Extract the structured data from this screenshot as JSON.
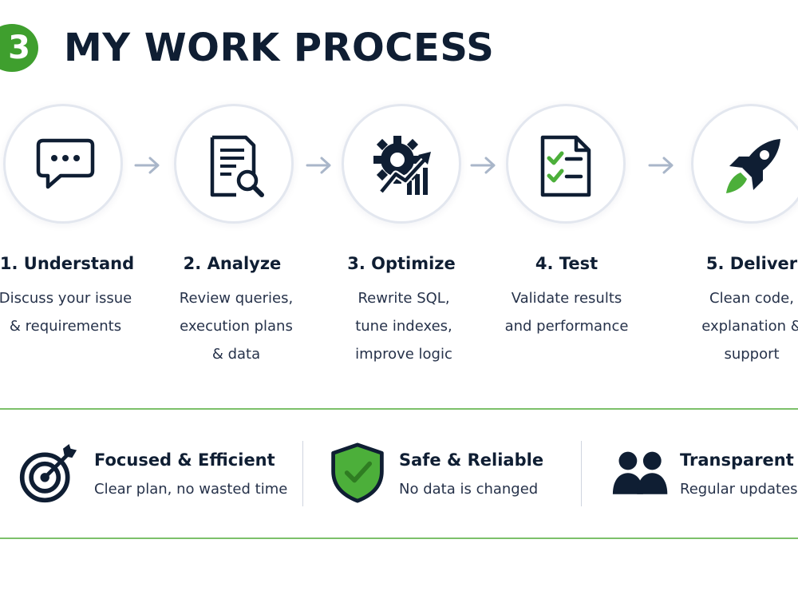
{
  "header": {
    "section_number": "3",
    "title": "MY WORK PROCESS"
  },
  "steps": [
    {
      "title": "1. Understand",
      "description": "Discuss your issue\n& requirements",
      "icon": "chat-bubble-icon"
    },
    {
      "title": "2. Analyze",
      "description": "Review queries,\nexecution plans\n& data",
      "icon": "document-search-icon"
    },
    {
      "title": "3. Optimize",
      "description": "Rewrite SQL,\ntune indexes,\nimprove logic",
      "icon": "gear-chart-icon"
    },
    {
      "title": "4. Test",
      "description": "Validate results\nand performance",
      "icon": "checklist-icon"
    },
    {
      "title": "5. Deliver",
      "description": "Clean code,\nexplanation &\nsupport",
      "icon": "rocket-icon"
    }
  ],
  "features": [
    {
      "title": "Focused & Efficient",
      "description": "Clear plan, no wasted time",
      "icon": "target-icon"
    },
    {
      "title": "Safe & Reliable",
      "description": "No data is changed",
      "icon": "shield-check-icon"
    },
    {
      "title": "Transparent",
      "description": "Regular updates",
      "icon": "people-icon"
    }
  ],
  "colors": {
    "accent_green": "#3f9f2e",
    "navy": "#0f1e33",
    "arrow": "#a9b6c9",
    "circle_border": "#e3e7ef",
    "divider_green": "#7cc06a"
  }
}
